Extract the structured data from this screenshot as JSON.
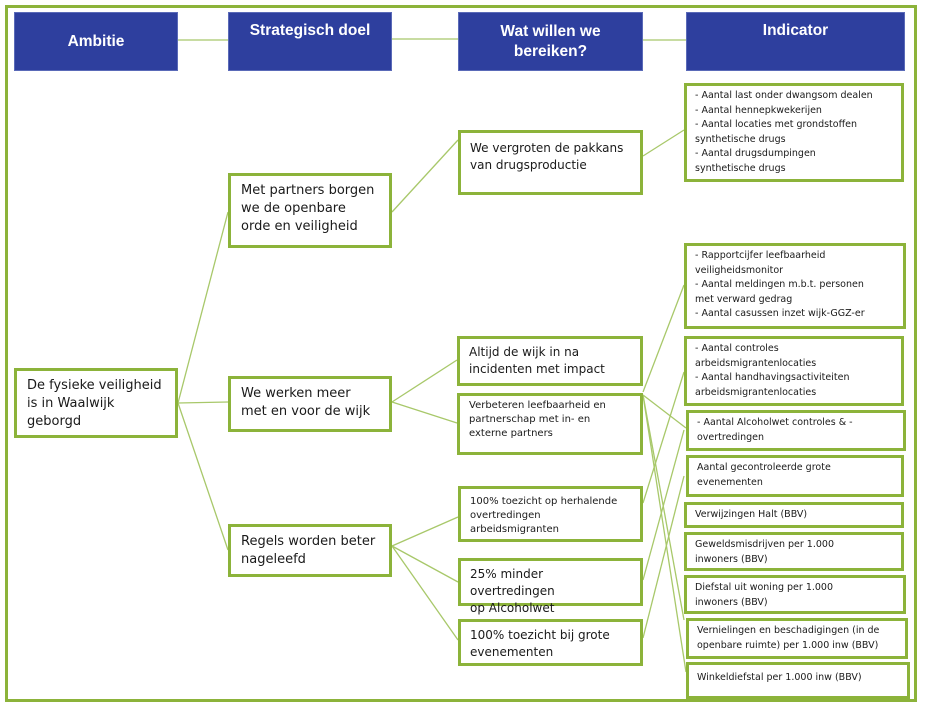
{
  "colors": {
    "header_fill": "#2e3f9e",
    "header_text": "#ffffff",
    "box_border": "#8cb33a",
    "connector": "#a8c86a"
  },
  "headers": {
    "ambitie": "Ambitie",
    "strategisch_doel": "Strategisch doel",
    "wat_willen_we": "Wat willen we\nbereiken?",
    "indicator": "Indicator"
  },
  "ambitie": {
    "text": "De fysieke veiligheid\nis in Waalwijk\ngeborgd"
  },
  "doelen": [
    {
      "text": "Met partners borgen\nwe de openbare\norde en veiligheid"
    },
    {
      "text": "We werken meer\nmet en voor de wijk"
    },
    {
      "text": "Regels worden beter\nnageleefd"
    }
  ],
  "resultaten": [
    {
      "text": "We vergroten de pakkans\nvan drugsproductie"
    },
    {
      "text": "Altijd de wijk in na\nincidenten met impact"
    },
    {
      "text": "Verbeteren leefbaarheid en\npartnerschap met in- en\nexterne partners"
    },
    {
      "text": "100% toezicht op herhalende\novertredingen\narbeidsmigranten"
    },
    {
      "text": "25% minder overtredingen\nop Alcoholwet"
    },
    {
      "text": "100% toezicht bij grote\nevenementen"
    }
  ],
  "indicatoren": [
    {
      "text": "- Aantal last onder dwangsom dealen\n- Aantal hennepkwekerijen\n- Aantal locaties met grondstoffen\nsynthetische drugs\n- Aantal drugsdumpingen\nsynthetische drugs"
    },
    {
      "text": "- Rapportcijfer leefbaarheid\nveiligheidsmonitor\n- Aantal meldingen m.b.t. personen\nmet verward gedrag\n- Aantal casussen inzet wijk-GGZ-er"
    },
    {
      "text": "- Aantal controles\narbeidsmigrantenlocaties\n- Aantal handhavingsactiviteiten\narbeidsmigrantenlocaties"
    },
    {
      "text": "- Aantal Alcoholwet controles & -\novertredingen"
    },
    {
      "text": "Aantal gecontroleerde grote\nevenementen"
    },
    {
      "text": "Verwijzingen Halt (BBV)"
    },
    {
      "text": "Geweldsmisdrijven per 1.000\ninwoners (BBV)"
    },
    {
      "text": "Diefstal uit woning per 1.000\ninwoners (BBV)"
    },
    {
      "text": "Vernielingen en beschadigingen (in de\nopenbare ruimte) per 1.000 inw (BBV)"
    },
    {
      "text": "Winkeldiefstal per 1.000 inw (BBV)"
    }
  ]
}
